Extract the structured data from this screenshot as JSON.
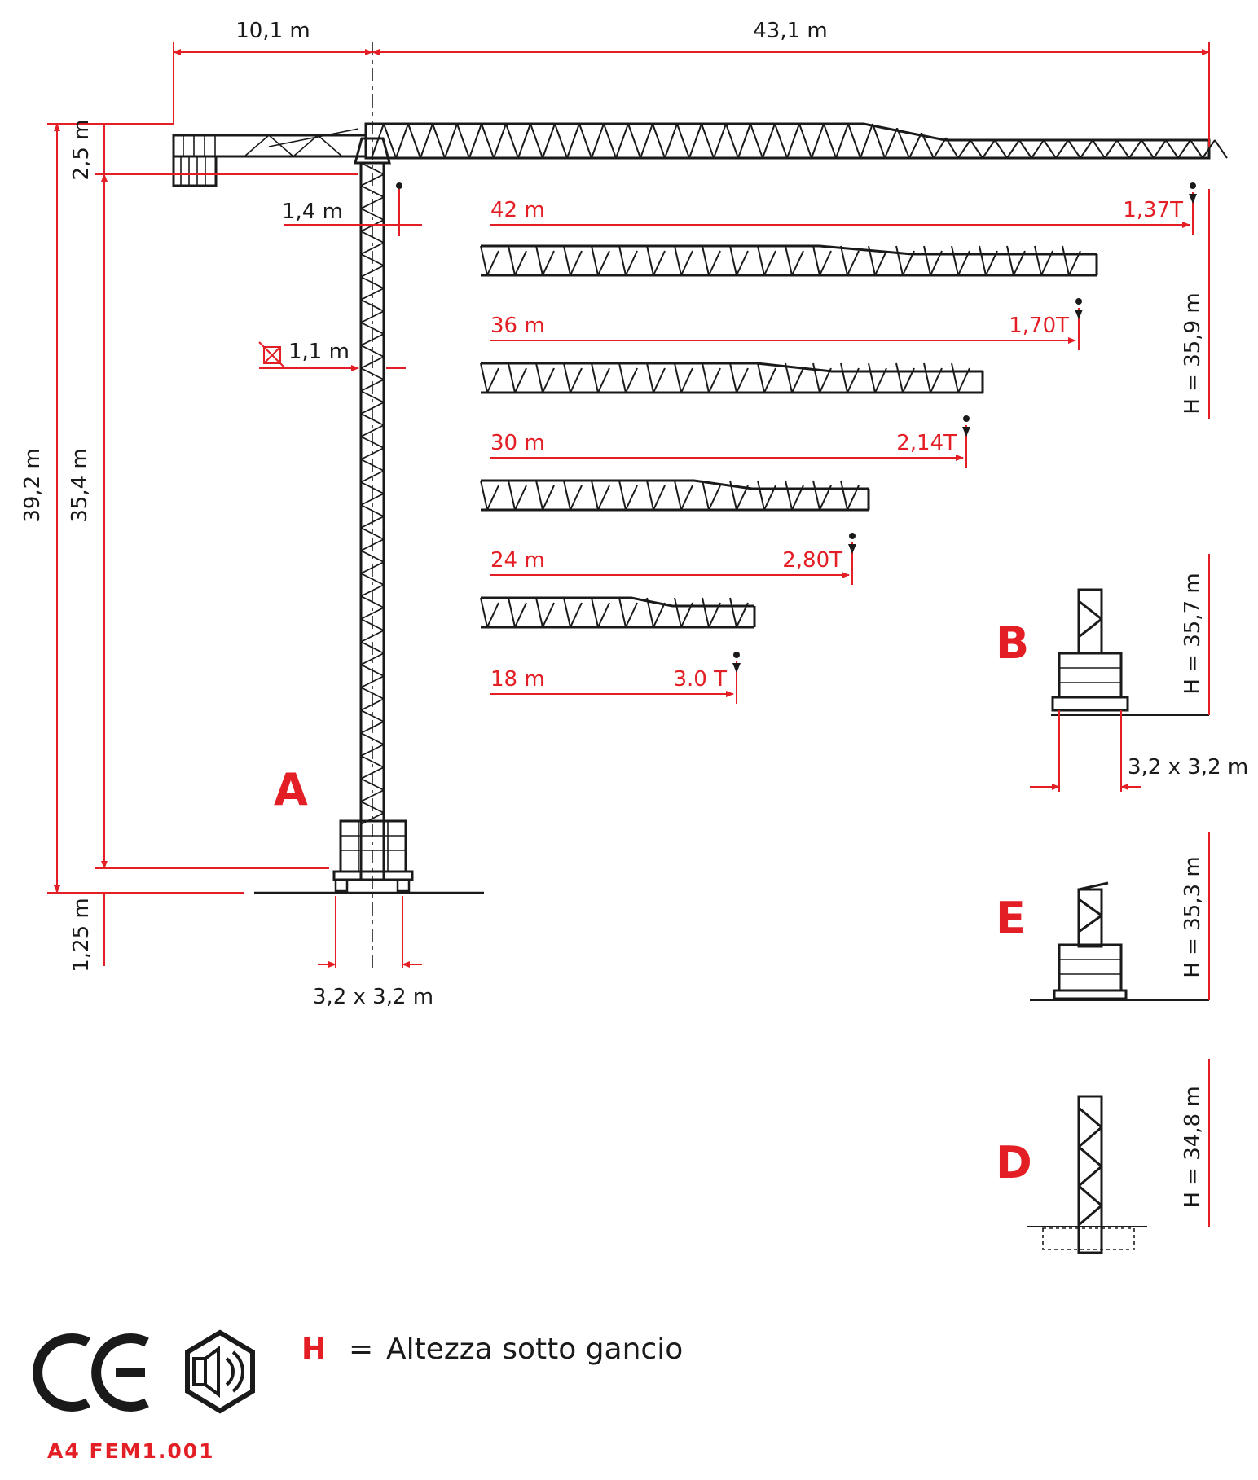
{
  "colors": {
    "accent": "#e31e24",
    "ink": "#1a1a1a"
  },
  "dimensions": {
    "counter_jib": "10,1 m",
    "jib": "43,1 m",
    "top_height": "2,5 m",
    "total_height": "39,2 m",
    "tower_height": "35,4 m",
    "ballast_depth": "1,25 m",
    "trolley_offset": "1,4 m",
    "mast_section": "1,1 m",
    "base_A": "3,2 x 3,2 m",
    "base_B": "3,2 x 3,2 m"
  },
  "jib_configurations": [
    {
      "reach": "42 m",
      "load": "1,37T"
    },
    {
      "reach": "36 m",
      "load": "1,70T"
    },
    {
      "reach": "30 m",
      "load": "2,14T"
    },
    {
      "reach": "24 m",
      "load": "2,80T"
    },
    {
      "reach": "18 m",
      "load": "3.0 T"
    }
  ],
  "base_variants": [
    {
      "letter": "A"
    },
    {
      "letter": "B",
      "height": "H = 35,7 m"
    },
    {
      "letter": "E",
      "height": "H = 35,3 m"
    },
    {
      "letter": "D",
      "height": "H = 34,8 m"
    }
  ],
  "hook_height_A": "H = 35,9 m",
  "legend": {
    "symbol": "H",
    "equals": "=",
    "text": "Altezza sotto gancio"
  },
  "certification": {
    "ce_icon": "ce-mark-icon",
    "noise_icon": "noise-level-icon",
    "class": "A4 FEM1.001"
  }
}
